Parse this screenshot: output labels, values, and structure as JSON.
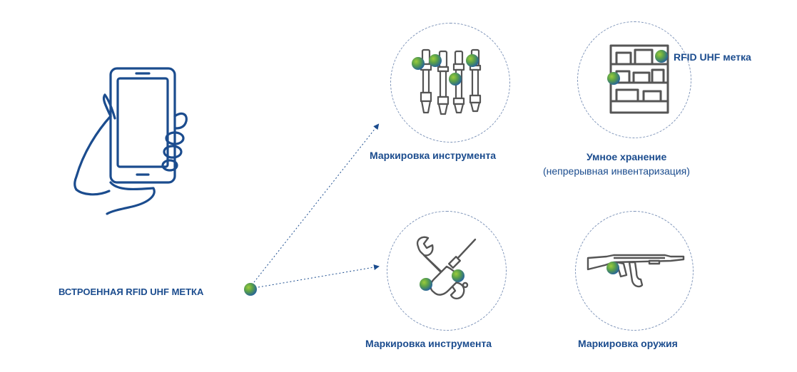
{
  "colors": {
    "accent": "#1b4c8e",
    "icon_stroke": "#555555",
    "circle_border": "#7d93b8",
    "tag_gradient": [
      "#9ccc3c",
      "#25629a"
    ]
  },
  "labels": {
    "embedded_tag": "ВСТРОЕННАЯ RFID UHF МЕТКА",
    "tool_marking_top": "Маркировка инструмента",
    "smart_storage": "Умное хранение",
    "smart_storage_sub": "(непрерывная инвентаризация)",
    "rfid_tag": "RFID UHF метка",
    "tool_marking_bottom": "Маркировка инструмента",
    "weapon_marking": "Маркировка оружия"
  },
  "icons": {
    "phone": "hand-holding-smartphone-icon",
    "tools": "wrench-set-icon",
    "shelf": "storage-shelf-icon",
    "wrench_screwdriver": "wrench-screwdriver-icon",
    "rifle": "rifle-icon",
    "tag": "rfid-tag-dot"
  }
}
